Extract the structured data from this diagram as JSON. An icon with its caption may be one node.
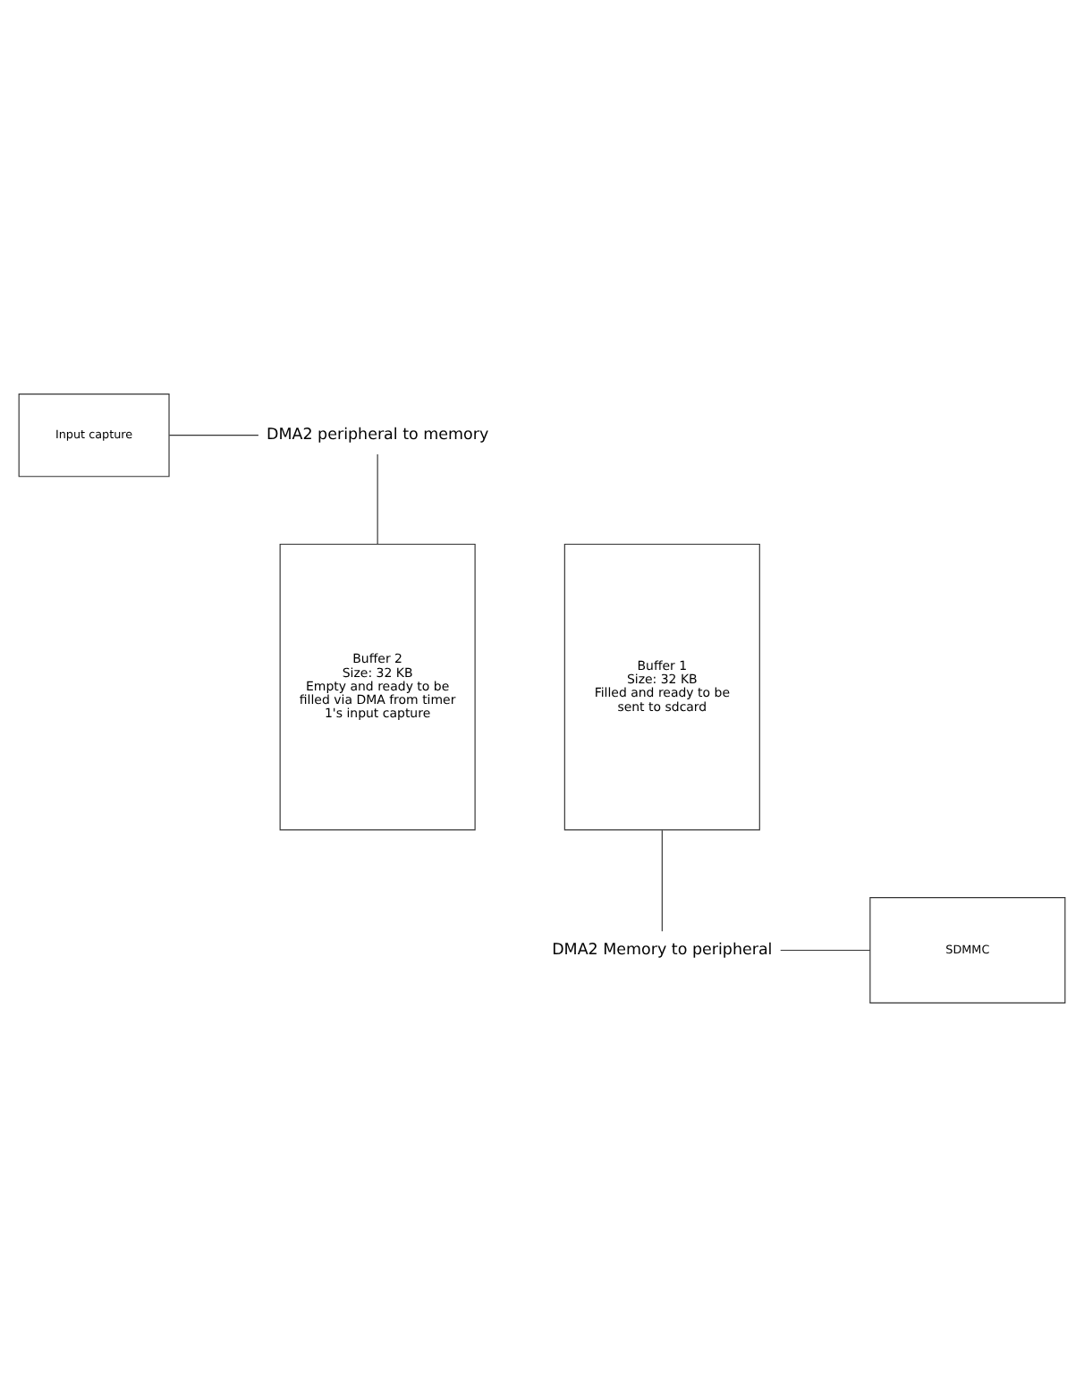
{
  "diagram": {
    "nodes": [
      {
        "text": [
          "Input capture"
        ]
      },
      {
        "text": [
          "DMA2 peripheral to memory"
        ]
      },
      {
        "text": [
          "Buffer 1",
          "Size: 32 KB",
          "Filled and ready to be sent to sdcard"
        ]
      },
      {
        "text": [
          "Buffer 2",
          "Size: 32 KB",
          "Empty and ready to be filled via DMA from timer 1's input capture"
        ]
      },
      {
        "text": [
          "DMA2 Memory to peripheral"
        ]
      },
      {
        "text": [
          "SDMMC"
        ]
      }
    ],
    "edges": [
      {
        "from": 0,
        "to": 1,
        "arrow": "none"
      },
      {
        "from": 1,
        "to": 3,
        "arrow": "none"
      },
      {
        "from": 2,
        "to": 4,
        "arrow": "none"
      },
      {
        "from": 4,
        "to": 5,
        "arrow": "none"
      }
    ]
  }
}
